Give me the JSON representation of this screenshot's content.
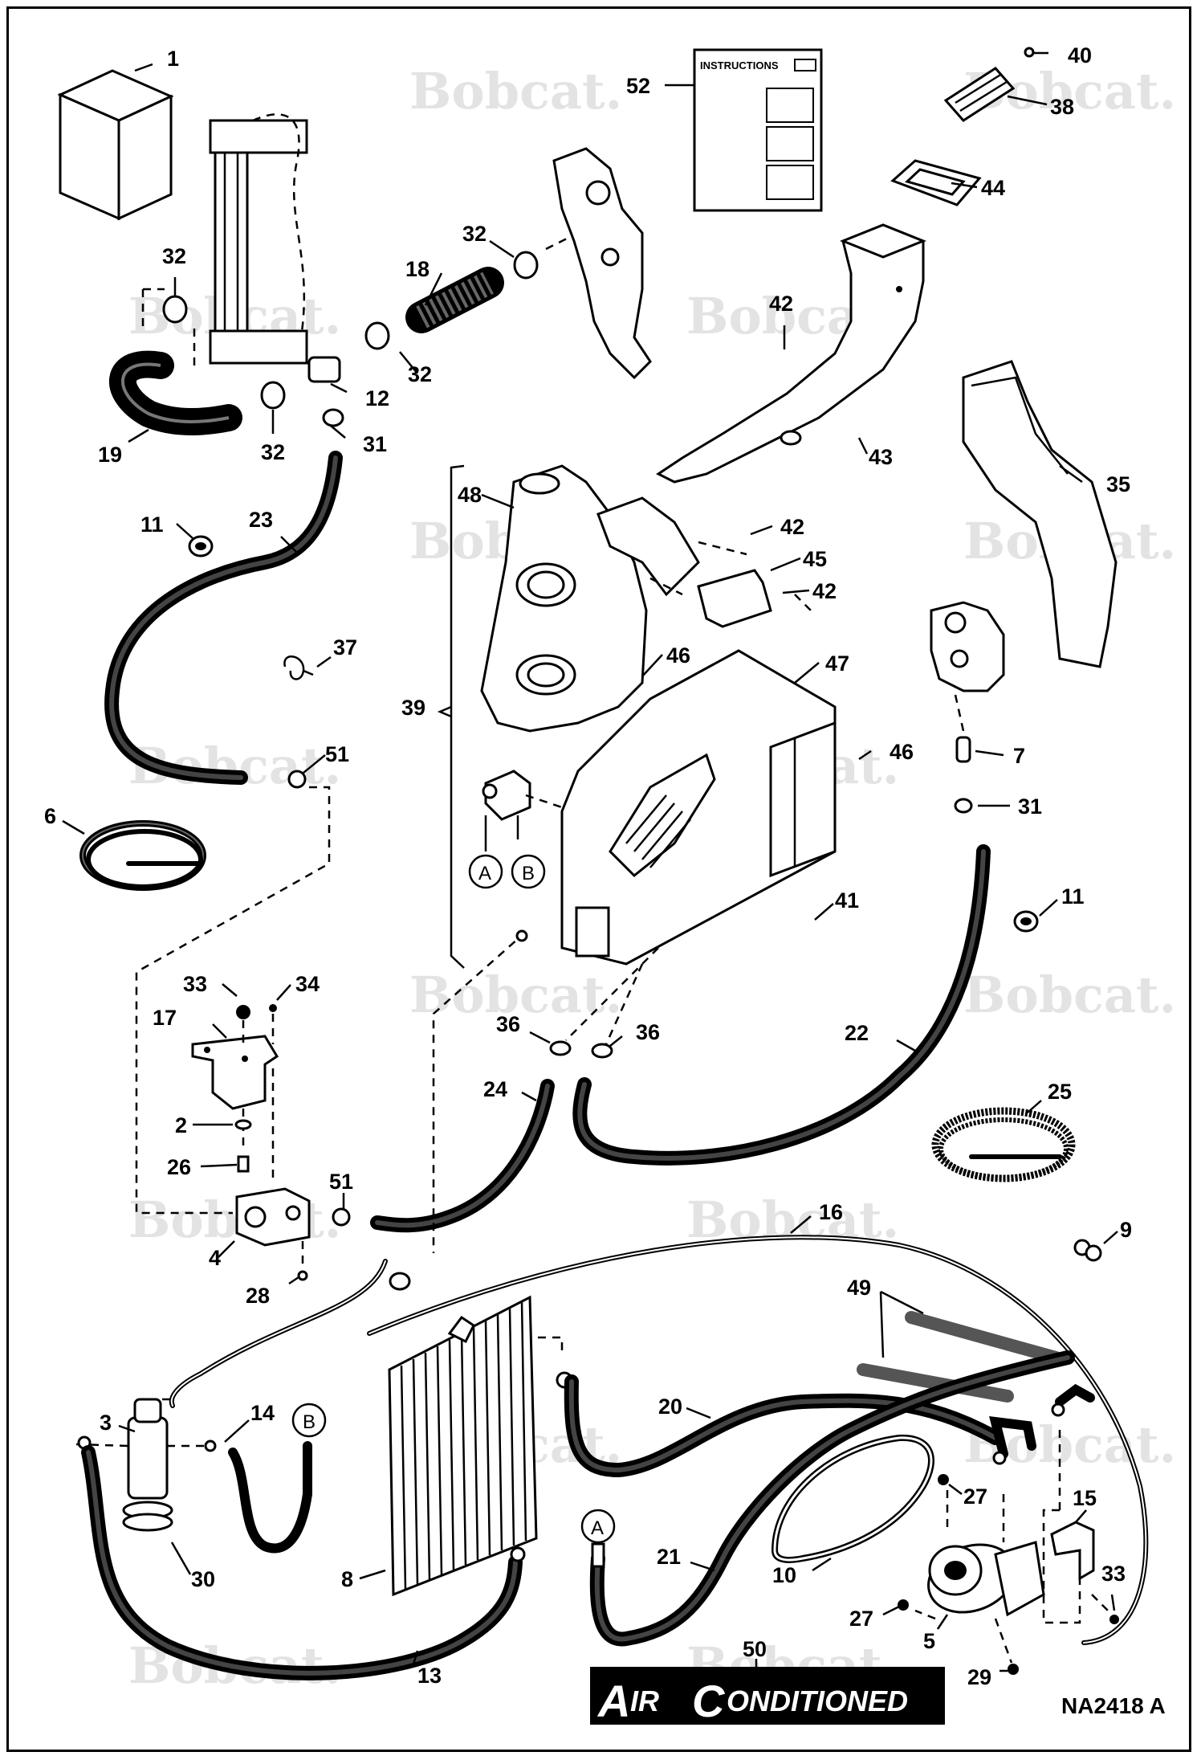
{
  "diagram": {
    "watermark": "Bobcat.",
    "instruction_sheet_title": "INSTRUCTIONS",
    "banner": {
      "cap1": "A",
      "rest1": "IR",
      "cap2": "C",
      "rest2": "ONDITIONED"
    },
    "figure_code": "NA2418 A",
    "circle_letters": {
      "a": "A",
      "b": "B"
    },
    "callouts": [
      {
        "id": "1",
        "text": "1"
      },
      {
        "id": "32a",
        "text": "32"
      },
      {
        "id": "19",
        "text": "19"
      },
      {
        "id": "32b",
        "text": "32"
      },
      {
        "id": "12",
        "text": "12"
      },
      {
        "id": "32c",
        "text": "32"
      },
      {
        "id": "31a",
        "text": "31"
      },
      {
        "id": "18",
        "text": "18"
      },
      {
        "id": "32d",
        "text": "32"
      },
      {
        "id": "52",
        "text": "52"
      },
      {
        "id": "40",
        "text": "40"
      },
      {
        "id": "38",
        "text": "38"
      },
      {
        "id": "44",
        "text": "44"
      },
      {
        "id": "42a",
        "text": "42"
      },
      {
        "id": "43",
        "text": "43"
      },
      {
        "id": "35",
        "text": "35"
      },
      {
        "id": "48",
        "text": "48"
      },
      {
        "id": "42b",
        "text": "42"
      },
      {
        "id": "45",
        "text": "45"
      },
      {
        "id": "42c",
        "text": "42"
      },
      {
        "id": "11a",
        "text": "11"
      },
      {
        "id": "23",
        "text": "23"
      },
      {
        "id": "37",
        "text": "37"
      },
      {
        "id": "39",
        "text": "39"
      },
      {
        "id": "46a",
        "text": "46"
      },
      {
        "id": "47",
        "text": "47"
      },
      {
        "id": "46b",
        "text": "46"
      },
      {
        "id": "7",
        "text": "7"
      },
      {
        "id": "31b",
        "text": "31"
      },
      {
        "id": "51a",
        "text": "51"
      },
      {
        "id": "6",
        "text": "6"
      },
      {
        "id": "41",
        "text": "41"
      },
      {
        "id": "11b",
        "text": "11"
      },
      {
        "id": "33a",
        "text": "33"
      },
      {
        "id": "34",
        "text": "34"
      },
      {
        "id": "17",
        "text": "17"
      },
      {
        "id": "36a",
        "text": "36"
      },
      {
        "id": "36b",
        "text": "36"
      },
      {
        "id": "22",
        "text": "22"
      },
      {
        "id": "24",
        "text": "24"
      },
      {
        "id": "25",
        "text": "25"
      },
      {
        "id": "2",
        "text": "2"
      },
      {
        "id": "26",
        "text": "26"
      },
      {
        "id": "51b",
        "text": "51"
      },
      {
        "id": "4",
        "text": "4"
      },
      {
        "id": "28",
        "text": "28"
      },
      {
        "id": "16",
        "text": "16"
      },
      {
        "id": "9",
        "text": "9"
      },
      {
        "id": "49",
        "text": "49"
      },
      {
        "id": "3",
        "text": "3"
      },
      {
        "id": "14",
        "text": "14"
      },
      {
        "id": "20",
        "text": "20"
      },
      {
        "id": "27a",
        "text": "27"
      },
      {
        "id": "15",
        "text": "15"
      },
      {
        "id": "30",
        "text": "30"
      },
      {
        "id": "8",
        "text": "8"
      },
      {
        "id": "21",
        "text": "21"
      },
      {
        "id": "10",
        "text": "10"
      },
      {
        "id": "33b",
        "text": "33"
      },
      {
        "id": "27b",
        "text": "27"
      },
      {
        "id": "5",
        "text": "5"
      },
      {
        "id": "50",
        "text": "50"
      },
      {
        "id": "13",
        "text": "13"
      },
      {
        "id": "29",
        "text": "29"
      }
    ]
  }
}
